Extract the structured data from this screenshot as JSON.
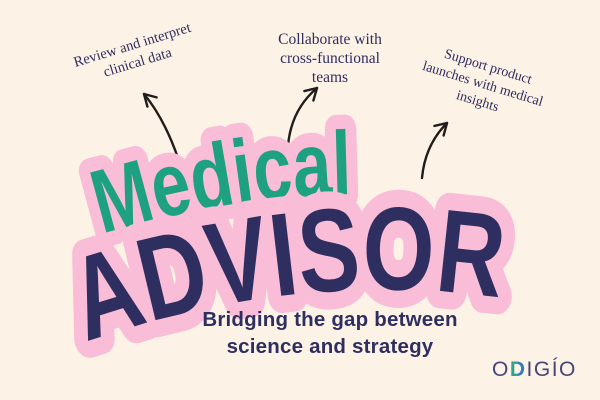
{
  "colors": {
    "background": "#fdf2e6",
    "outline_pink": "#f9bdd8",
    "title_green": "#1da181",
    "title_navy": "#2e2f60",
    "annotation_navy": "#2e2d5e",
    "arrow_black": "#201d1a",
    "logo_teal": "#31a08c",
    "logo_blue": "#2e7dc2",
    "logo_letter": "#46457b"
  },
  "icons": {
    "arrows": "hand-drawn-curved-arrow"
  },
  "annotations": [
    {
      "lines": [
        "Review and interpret",
        "clinical data"
      ]
    },
    {
      "lines": [
        "Collaborate with",
        "cross-functional",
        "teams"
      ]
    },
    {
      "lines": [
        "Support product",
        "launches with medical",
        "insights"
      ]
    }
  ],
  "title": {
    "word1": "Medical",
    "word2": "ADVISOR",
    "word1_color": "#1da181",
    "word2_color": "#2e2f60",
    "outline_color": "#f9bdd8"
  },
  "subtitle": {
    "lines": [
      "Bridging the gap between",
      "science and strategy"
    ]
  },
  "logo": {
    "text": "ODIGÍO",
    "letters": [
      "O",
      "D",
      "I",
      "G",
      "Í",
      "O"
    ]
  }
}
